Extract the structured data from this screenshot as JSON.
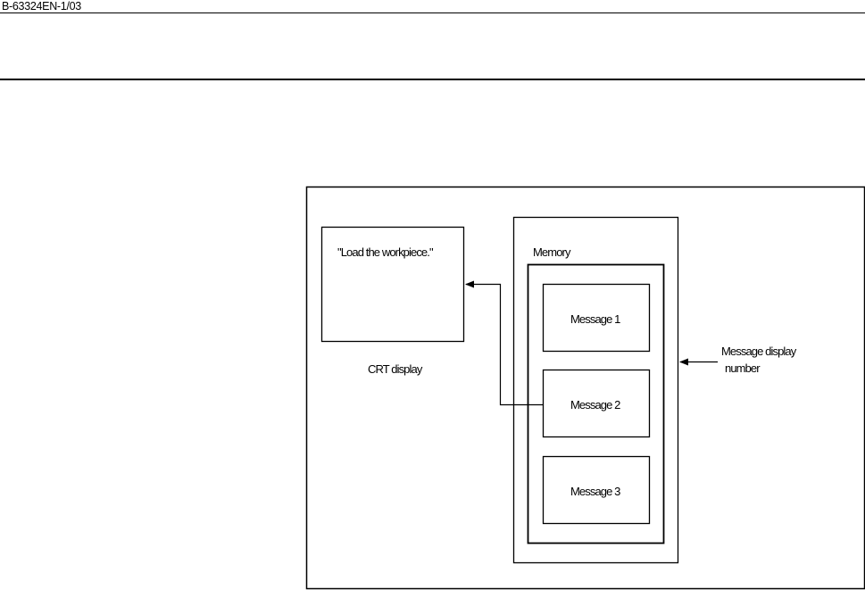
{
  "header": {
    "doc_number": "B-63324EN-1/03"
  },
  "diagram": {
    "crt_text": "\"Load the workpiece.\"",
    "crt_label": "CRT display",
    "memory_label": "Memory",
    "messages": [
      "Message 1",
      "Message 2",
      "Message 3"
    ],
    "display_number_label_line1": "Message display",
    "display_number_label_line2": "number"
  }
}
